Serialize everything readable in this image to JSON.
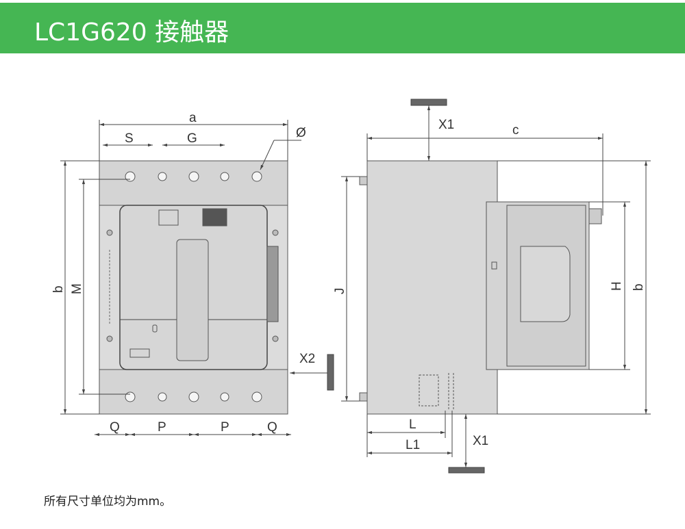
{
  "header": {
    "title": "LC1G620 接触器"
  },
  "front_view": {
    "labels": {
      "a": "a",
      "S": "S",
      "G": "G",
      "diameter": "Ø",
      "b": "b",
      "M": "M",
      "Q_left": "Q",
      "P_left": "P",
      "P_right": "P",
      "Q_right": "Q",
      "X2": "X2"
    }
  },
  "side_view": {
    "labels": {
      "X1_top": "X1",
      "c": "c",
      "J": "J",
      "H": "H",
      "b": "b",
      "L": "L",
      "L1": "L1",
      "X1_bottom": "X1"
    }
  },
  "footer": {
    "note": "所有尺寸单位均为mm。"
  },
  "colors": {
    "header": "#45b653",
    "body": "#d9d9d9",
    "line": "#555555"
  }
}
